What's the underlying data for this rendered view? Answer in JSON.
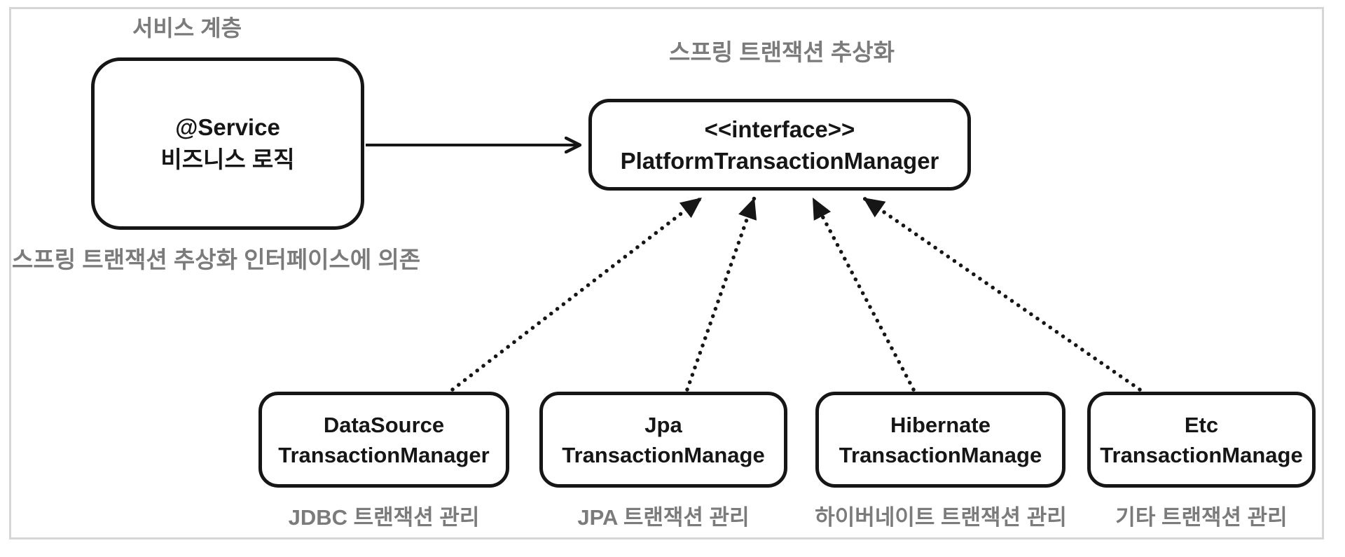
{
  "diagram": {
    "service_layer_label": "서비스 계층",
    "service_box": {
      "line1": "@Service",
      "line2": "비즈니스 로직"
    },
    "dependency_note": "스프링 트랜잭션 추상화 인터페이스에 의존",
    "abstraction_label": "스프링 트랜잭션 추상화",
    "interface_box": {
      "stereotype": "<<interface>>",
      "name": "PlatformTransactionManager"
    },
    "implementations": [
      {
        "name_line1": "DataSource",
        "name_line2": "TransactionManager",
        "caption": "JDBC 트랜잭션 관리"
      },
      {
        "name_line1": "Jpa",
        "name_line2": "TransactionManage",
        "caption": "JPA 트랜잭션 관리"
      },
      {
        "name_line1": "Hibernate",
        "name_line2": "TransactionManage",
        "caption": "하이버네이트 트랜잭션 관리"
      },
      {
        "name_line1": "Etc",
        "name_line2": "TransactionManage",
        "caption": "기타 트랜잭션 관리"
      }
    ],
    "colors": {
      "label_gray": "#7b7b7b",
      "ink_black": "#161616",
      "frame_gray": "#d6d6d6"
    }
  }
}
